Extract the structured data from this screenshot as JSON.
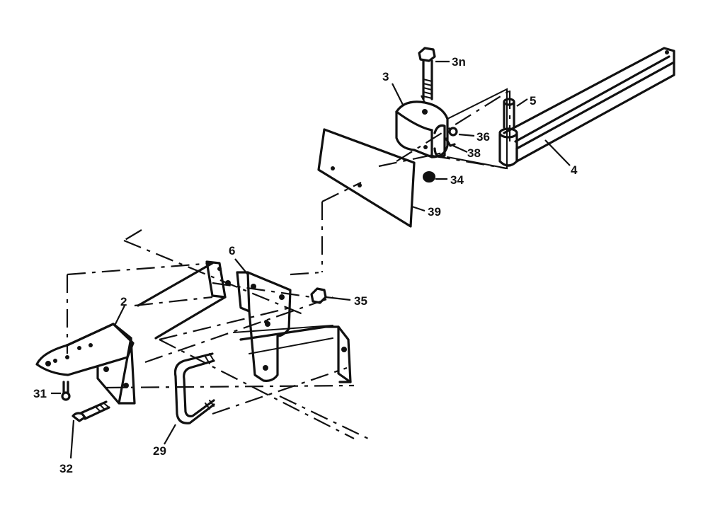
{
  "callouts": {
    "c2": "2",
    "c3": "3",
    "c4": "4",
    "c5": "5",
    "c6": "6",
    "c29": "29",
    "c30": "3n",
    "c31": "31",
    "c32": "32",
    "c34": "34",
    "c35": "35",
    "c36": "36",
    "c38": "38",
    "c39": "39"
  }
}
